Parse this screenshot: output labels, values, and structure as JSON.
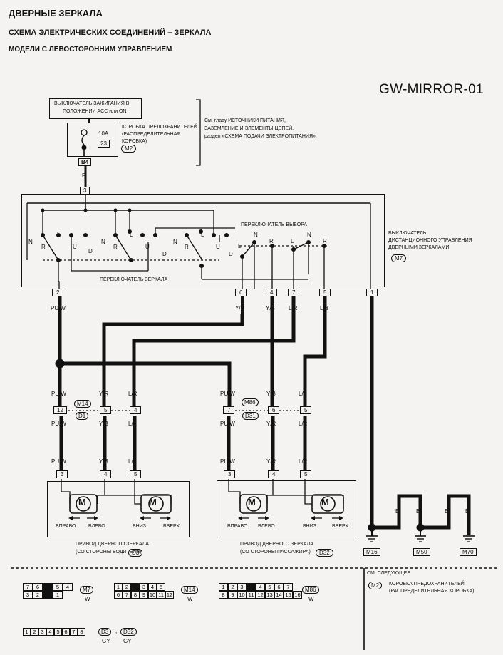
{
  "header": {
    "title": "ДВЕРНЫЕ ЗЕРКАЛА",
    "subtitle": "СХЕМА ЭЛЕКТРИЧЕСКИХ СОЕДИНЕНИЙ – ЗЕРКАЛА",
    "models": "МОДЕЛИ С ЛЕВОСТОРОННИМ УПРАВЛЕНИЕМ",
    "code": "GW-MIRROR-01"
  },
  "ignition": {
    "line1": "ВЫКЛЮЧАТЕЛЬ ЗАЖИГАНИЯ В",
    "line2": "ПОЛОЖЕНИИ ACC или ON"
  },
  "fusebox": {
    "fuse_rating": "10A",
    "fuse_number": "23",
    "label_line1": "КОРОБКА ПРЕДОХРАНИТЕЛЕЙ",
    "label_line2": "(РАСПРЕДЕЛИТЕЛЬНАЯ",
    "label_line3": "КОРОБКА)",
    "connector": "M2",
    "terminal": "B4",
    "wire": "P"
  },
  "reference": {
    "line1": "См. главу ИСТОЧНИКИ ПИТАНИЯ,",
    "line2": "ЗАЗЕМЛЕНИЕ И ЭЛЕМЕНТЫ ЦЕПЕЙ,",
    "line3": "раздел «СХЕМА ПОДАЧИ ЭЛЕКТРОПИТАНИЯ»."
  },
  "remote_switch": {
    "label_line1": "ВЫКЛЮЧАТЕЛЬ",
    "label_line2": "ДИСТАНЦИОННОГО УПРАВЛЕНИЯ",
    "label_line3": "ДВЕРНЫМИ ЗЕРКАЛАМИ",
    "connector": "M7",
    "select_switch": "ПЕРЕКЛЮЧАТЕЛЬ ВЫБОРА",
    "mirror_switch": "ПЕРЕКЛЮЧАТЕЛЬ ЗЕРКАЛА",
    "top_terminal": "3",
    "positions": [
      "N",
      "R",
      "L",
      "U",
      "D"
    ],
    "select_positions": [
      "L",
      "N",
      "R"
    ],
    "pins": [
      "2",
      "6",
      "4",
      "7",
      "5",
      "1"
    ],
    "pin_wires": [
      "PU/W",
      "Y/R",
      "Y/B",
      "L/R",
      "L/B",
      "B"
    ]
  },
  "junction_left": {
    "connectors": [
      "M14",
      "D1"
    ],
    "pins": [
      "12",
      "5",
      "4"
    ],
    "wires_top": [
      "PU/W",
      "Y/R",
      "L/R"
    ],
    "wires_bottom": [
      "PU/W",
      "Y/B",
      "L/B"
    ]
  },
  "junction_right": {
    "connectors": [
      "M86",
      "D31"
    ],
    "pins": [
      "7",
      "6",
      "5"
    ],
    "wires_top": [
      "PU/W",
      "Y/B",
      "L/B"
    ],
    "wires_bottom": [
      "PU/W",
      "Y/R",
      "L/R"
    ]
  },
  "actuator_driver": {
    "wires": [
      "PU/W",
      "Y/B",
      "L/B"
    ],
    "pins": [
      "3",
      "4",
      "5"
    ],
    "motor": "M",
    "dir_labels": [
      "ВПРАВО",
      "ВЛЕВО",
      "ВНИЗ",
      "ВВЕРХ"
    ],
    "label_line1": "ПРИВОД ДВЕРНОГО ЗЕРКАЛА",
    "label_line2": "(СО СТОРОНЫ ВОДИТЕЛЯ)",
    "connector": "D3"
  },
  "actuator_passenger": {
    "wires": [
      "PU/W",
      "Y/R",
      "L/R"
    ],
    "pins": [
      "3",
      "4",
      "5"
    ],
    "motor": "M",
    "dir_labels": [
      "ВПРАВО",
      "ВЛЕВО",
      "ВНИЗ",
      "ВВЕРХ"
    ],
    "label_line1": "ПРИВОД ДВЕРНОГО ЗЕРКАЛА",
    "label_line2": "(СО СТОРОНЫ ПАССАЖИРА)",
    "connector": "D32"
  },
  "grounds": {
    "wire": "B",
    "points": [
      "M16",
      "M50",
      "M70"
    ]
  },
  "footer": {
    "conn_m7": {
      "row1": [
        "7",
        "6",
        "",
        "5",
        "4"
      ],
      "row2": [
        "3",
        "2",
        "",
        "1"
      ],
      "name": "M7",
      "color": "W"
    },
    "conn_m14": {
      "row1": [
        "1",
        "2",
        "",
        "3",
        "4",
        "5"
      ],
      "row2": [
        "6",
        "7",
        "8",
        "9",
        "10",
        "11",
        "12"
      ],
      "name": "M14",
      "color": "W"
    },
    "conn_m86": {
      "row1": [
        "1",
        "2",
        "3",
        "",
        "4",
        "5",
        "6",
        "7"
      ],
      "row2": [
        "8",
        "9",
        "10",
        "11",
        "12",
        "13",
        "14",
        "15",
        "16"
      ],
      "name": "M86",
      "color": "W"
    },
    "conn_d3": {
      "row1": [
        "1",
        "2",
        "3",
        "4",
        "5",
        "6",
        "7",
        "8"
      ],
      "names": [
        "D3",
        "D32"
      ],
      "color": "GY",
      "separator": ","
    },
    "see_also": "СМ. СЛЕДУЮЩЕЕ",
    "see_conn": "M2",
    "see_line1": "КОРОБКА ПРЕДОХРАНИТЕЛЕЙ",
    "see_line2": "(РАСПРЕДЕЛИТЕЛЬНАЯ КОРОБКА)"
  }
}
